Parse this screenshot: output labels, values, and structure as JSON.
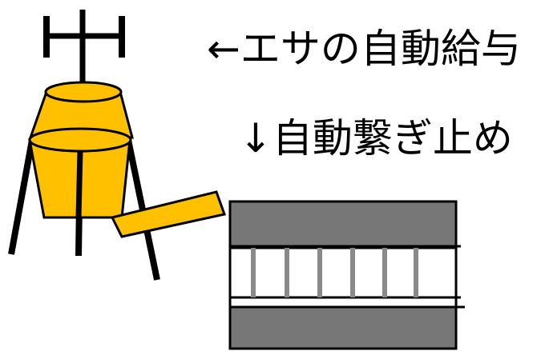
{
  "labels": {
    "feeder": "←エサの自動給与",
    "tie_stall": "↓自動繋ぎ止め"
  },
  "colors": {
    "feeder_fill": "#ffc000",
    "stall_fill": "#777777",
    "gate_bar": "#8a8a8a",
    "ink": "#000000",
    "background": "#ffffff"
  },
  "gate_bar_count": 6
}
